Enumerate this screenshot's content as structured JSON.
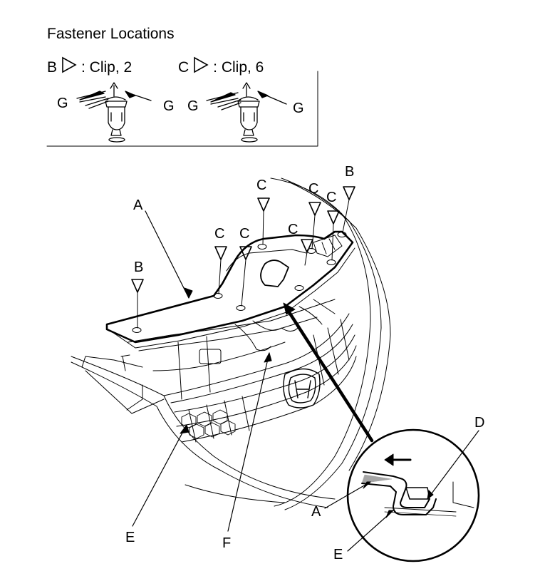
{
  "legend": {
    "title": "Fastener Locations",
    "b_letter": "B",
    "b_text": ": Clip, 2",
    "c_letter": "C",
    "c_text": ": Clip, 6",
    "grip_label": "G"
  },
  "callouts": {
    "a": "A",
    "b": "B",
    "c": "C",
    "d": "D",
    "e": "E",
    "f": "F"
  }
}
